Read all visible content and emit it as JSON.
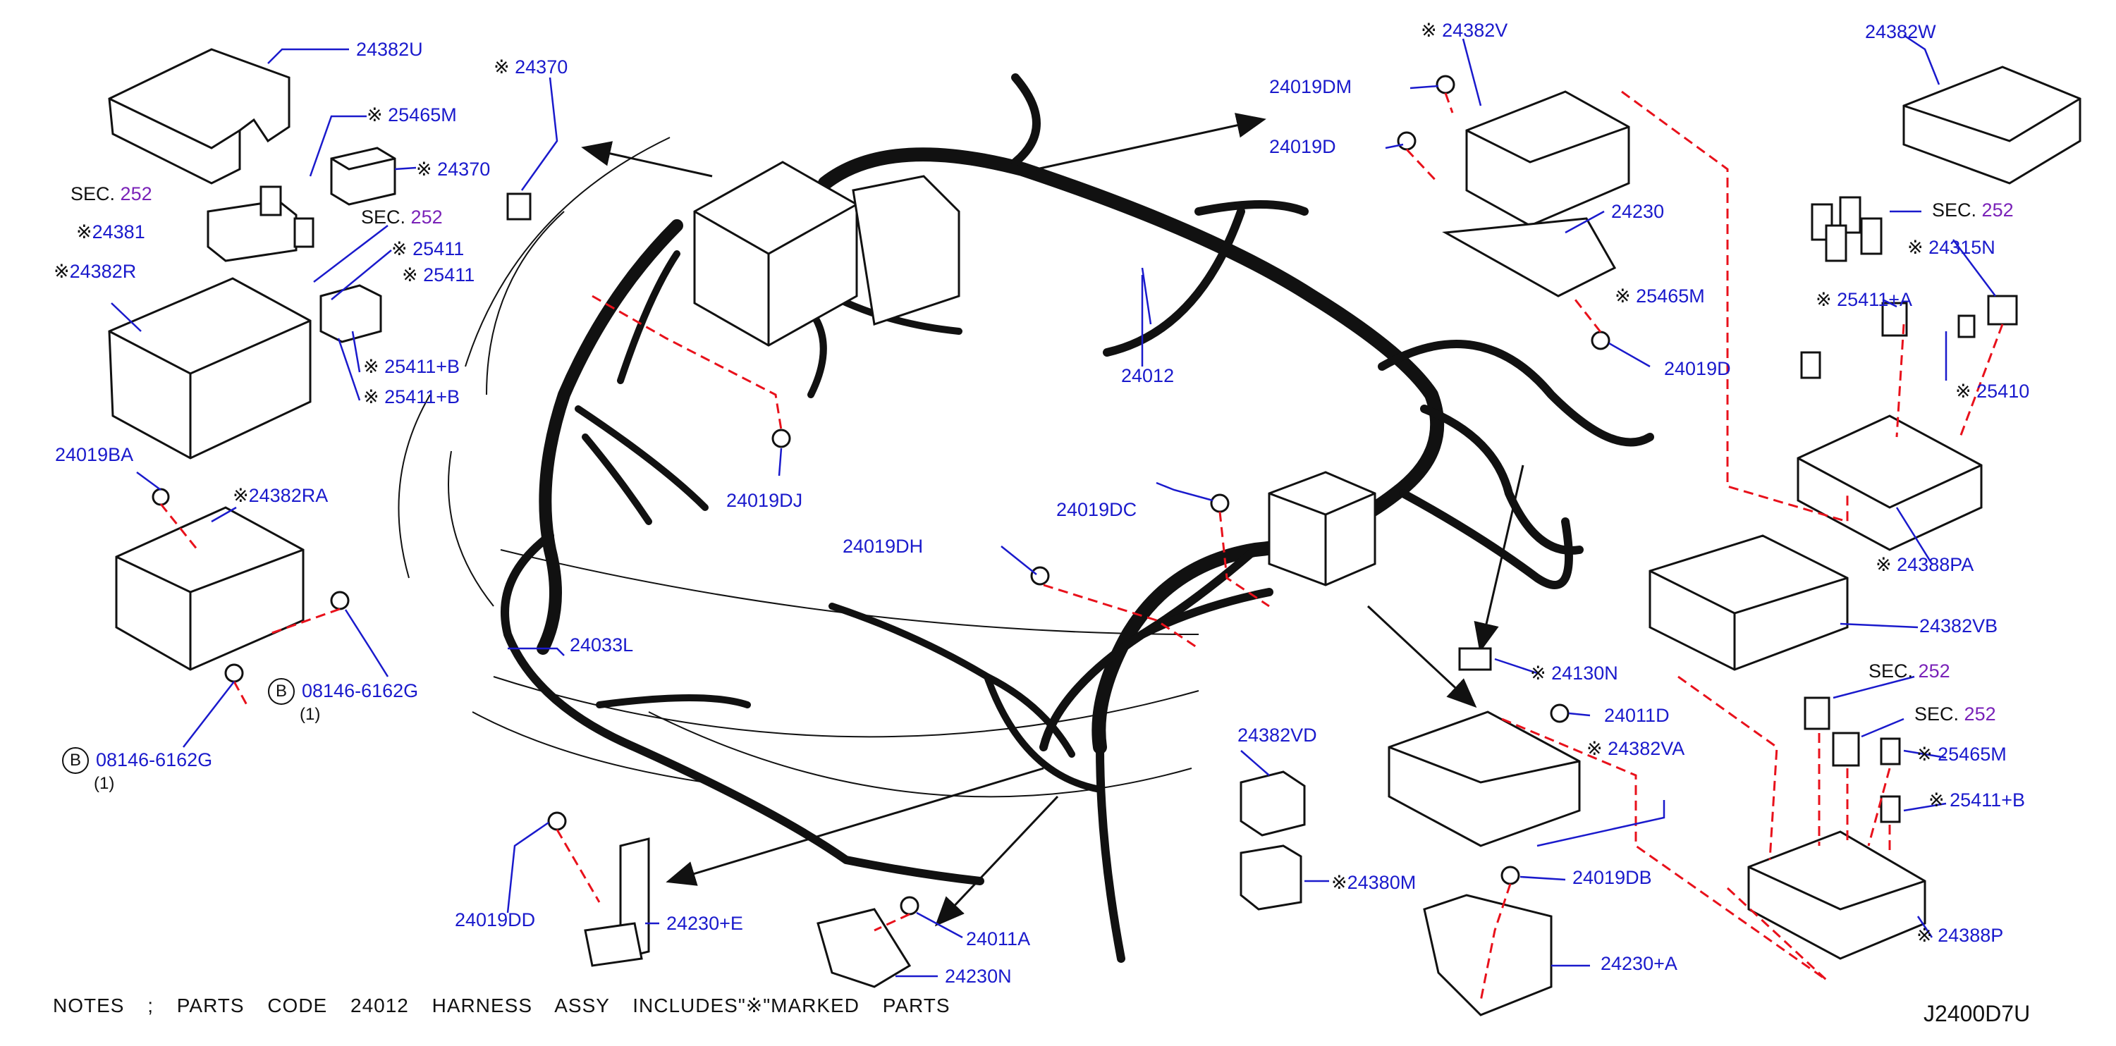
{
  "diagram": {
    "labels": {
      "p24382U": "24382U",
      "p25465M_a": "25465M",
      "p24370_a": "24370",
      "p24370_b": "24370",
      "p24381": "24381",
      "p25411_a": "25411",
      "p25411_b": "25411",
      "p24382R": "24382R",
      "p25411B_a": "25411+B",
      "p25411B_b": "25411+B",
      "p24019BA": "24019BA",
      "p24382RA": "24382RA",
      "p08146_a": "08146-6162G",
      "p08146_b": "08146-6162G",
      "p24019DJ": "24019DJ",
      "p24033L": "24033L",
      "p24019DH": "24019DH",
      "p24019DC": "24019DC",
      "p24012": "24012",
      "p24019DM": "24019DM",
      "p24019D_a": "24019D",
      "p24382V": "24382V",
      "p24230": "24230",
      "p25465M_b": "25465M",
      "p24019D_b": "24019D",
      "p24382W": "24382W",
      "p24315N": "24315N",
      "p25411A": "25411+A",
      "p25410": "25410",
      "p24388PA": "24388PA",
      "p24382VB": "24382VB",
      "p24130N": "24130N",
      "p24382VD": "24382VD",
      "p24011D": "24011D",
      "p24382VA": "24382VA",
      "p24380M": "24380M",
      "p24019DB": "24019DB",
      "p24230A": "24230+A",
      "p25465M_c": "25465M",
      "p25411B_c": "25411+B",
      "p24388P": "24388P",
      "p24019DD": "24019DD",
      "p24230E": "24230+E",
      "p24011A": "24011A",
      "p24230N": "24230N"
    },
    "mark": "※",
    "sec_prefix": "SEC.",
    "sec_number": "252",
    "circle_letter": "B",
    "qty": "(1)",
    "notes": "NOTES ; PARTS CODE 24012 HARNESS ASSY INCLUDES\"※\"MARKED PARTS",
    "drawing_code": "J2400D7U",
    "colors": {
      "label": "#1a1acc",
      "section": "#7a22b8",
      "ink": "#111111",
      "dash": "#e8111b"
    }
  }
}
